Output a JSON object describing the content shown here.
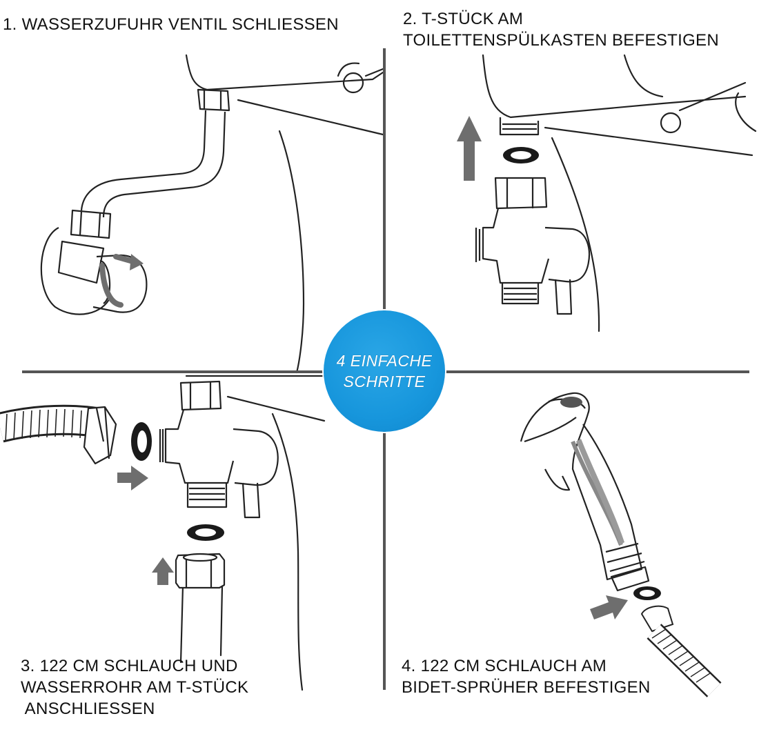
{
  "steps": [
    {
      "lines": [
        "1. WASSERZUFUHR VENTIL SCHLIESSEN"
      ]
    },
    {
      "lines": [
        "2. T-STÜCK AM",
        "TOILETTENSPÜLKASTEN BEFESTIGEN"
      ]
    },
    {
      "lines": [
        "3. 122 CM SCHLAUCH UND",
        "WASSERROHR AM T-STÜCK",
        " ANSCHLIESSEN"
      ]
    },
    {
      "lines": [
        "4. 122 CM SCHLAUCH AM",
        "BIDET-SPRÜHER BEFESTIGEN"
      ]
    }
  ],
  "badge": {
    "lines": [
      "4 EINFACHE",
      "SCHRITTE"
    ],
    "color": "#1796dc"
  },
  "colors": {
    "divider": "#555555",
    "arrow": "#6e6e6e",
    "line": "#222222"
  },
  "icons": [
    "valve-icon",
    "rotate-arrow-icon",
    "tee-adapter-icon",
    "washer-icon",
    "up-arrow-icon",
    "right-arrow-icon",
    "hose-icon",
    "hex-nut-icon",
    "sprayer-icon"
  ]
}
